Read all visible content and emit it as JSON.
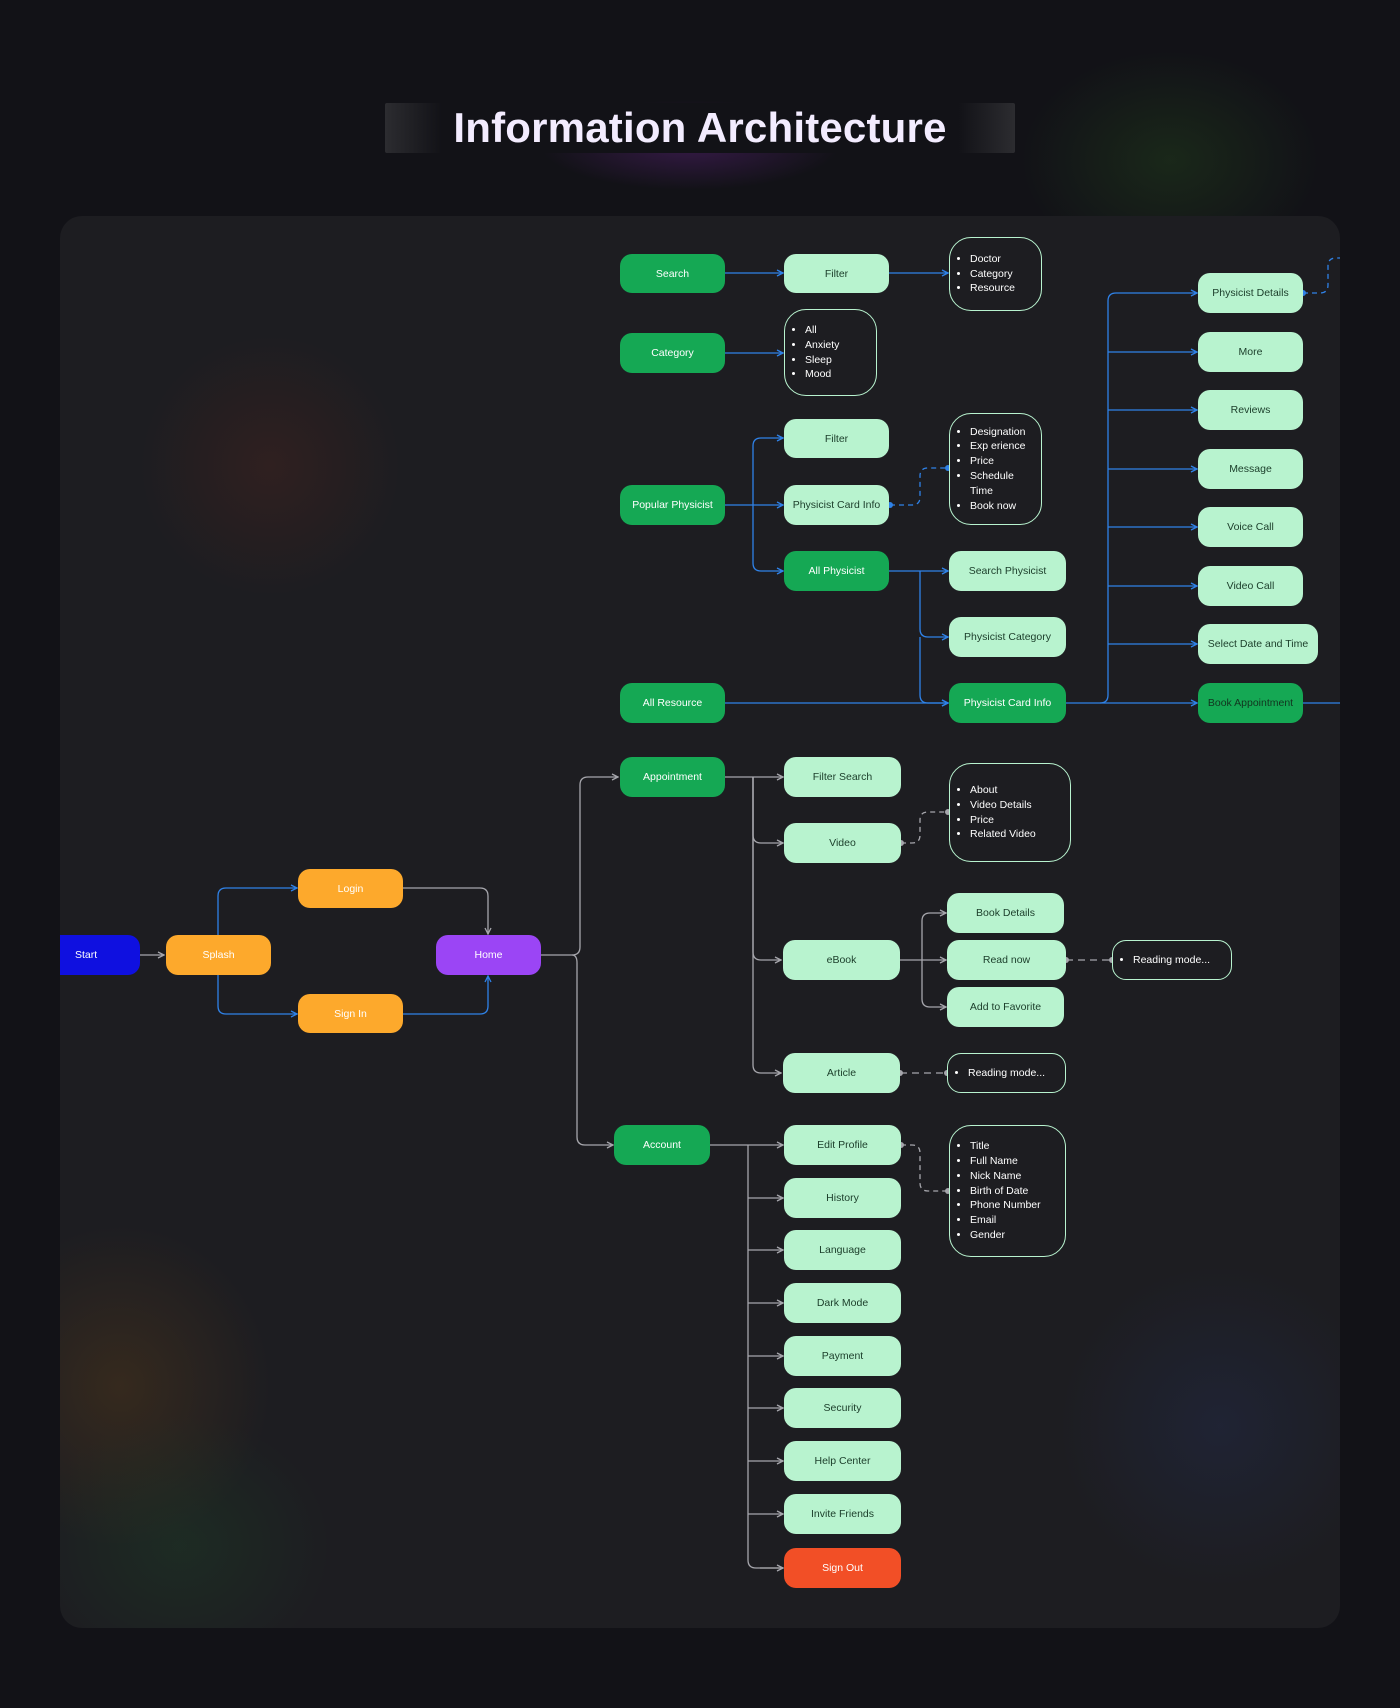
{
  "title": "Information Architecture",
  "colors": {
    "background": "#121217",
    "board": "#1d1d21",
    "dark_green": "#15a854",
    "light_green": "#b8f3cf",
    "orange": "#fda92c",
    "purple": "#9b45f5",
    "red": "#f24f26",
    "blue": "#0f10e0",
    "blue_wire": "#2f82e8",
    "gray_wire": "#9a9aa0"
  },
  "nodes": {
    "start": "Start",
    "splash": "Splash",
    "login": "Login",
    "sign_in": "Sign In",
    "home": "Home",
    "search": "Search",
    "search_filter": "Filter",
    "category": "Category",
    "popular_physicist": "Popular Physicist",
    "popular_filter": "Filter",
    "physicist_card_info": "Physicist Card Info",
    "all_physicist": "All Physicist",
    "search_physicist": "Search Physicist",
    "physicist_category": "Physicist Category",
    "physicist_card_info_2": "Physicist Card Info",
    "all_resource": "All Resource",
    "physicist_details": "Physicist Details",
    "more": "More",
    "reviews": "Reviews",
    "message": "Message",
    "voice_call": "Voice Call",
    "video_call": "Video Call",
    "select_date_time": "Select Date and Time",
    "book_appointment": "Book Appointment",
    "appointment": "Appointment",
    "filter_search": "Filter Search",
    "video": "Video",
    "ebook": "eBook",
    "book_details": "Book Details",
    "read_now": "Read now",
    "add_to_favorite": "Add to Favorite",
    "article": "Article",
    "account": "Account",
    "edit_profile": "Edit Profile",
    "history": "History",
    "language": "Language",
    "dark_mode": "Dark Mode",
    "payment": "Payment",
    "security": "Security",
    "help_center": "Help Center",
    "invite_friends": "Invite Friends",
    "sign_out": "Sign Out"
  },
  "lists": {
    "search_filters": [
      "Doctor",
      "Category",
      "Resource"
    ],
    "categories": [
      "All",
      "Anxiety",
      "Sleep",
      "Mood"
    ],
    "card_info": [
      "Designation",
      "Exp erience",
      "Price",
      "Schedule Time",
      "Book now"
    ],
    "video_details": [
      "About",
      "Video Details",
      "Price",
      "Related Video"
    ],
    "ebook_reading": [
      "Reading mode..."
    ],
    "article_reading": [
      "Reading mode..."
    ],
    "profile_fields": [
      "Title",
      "Full Name",
      "Nick Name",
      "Birth of Date",
      "Phone Number",
      "Email",
      "Gender"
    ]
  }
}
